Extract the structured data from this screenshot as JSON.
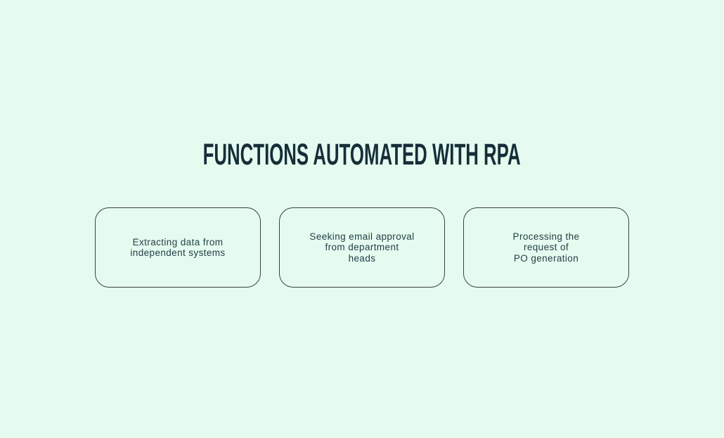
{
  "page": {
    "background_color": "#e5fbf0",
    "title_color": "#152e38",
    "card_border_color": "#39423e",
    "card_text_color": "#223f46"
  },
  "title": "FUNCTIONS AUTOMATED WITH RPA",
  "cards": [
    {
      "text": "Extracting data from\nindependent systems"
    },
    {
      "text": "Seeking email approval\nfrom department\nheads"
    },
    {
      "text": "Processing the\nrequest of\nPO generation"
    }
  ]
}
